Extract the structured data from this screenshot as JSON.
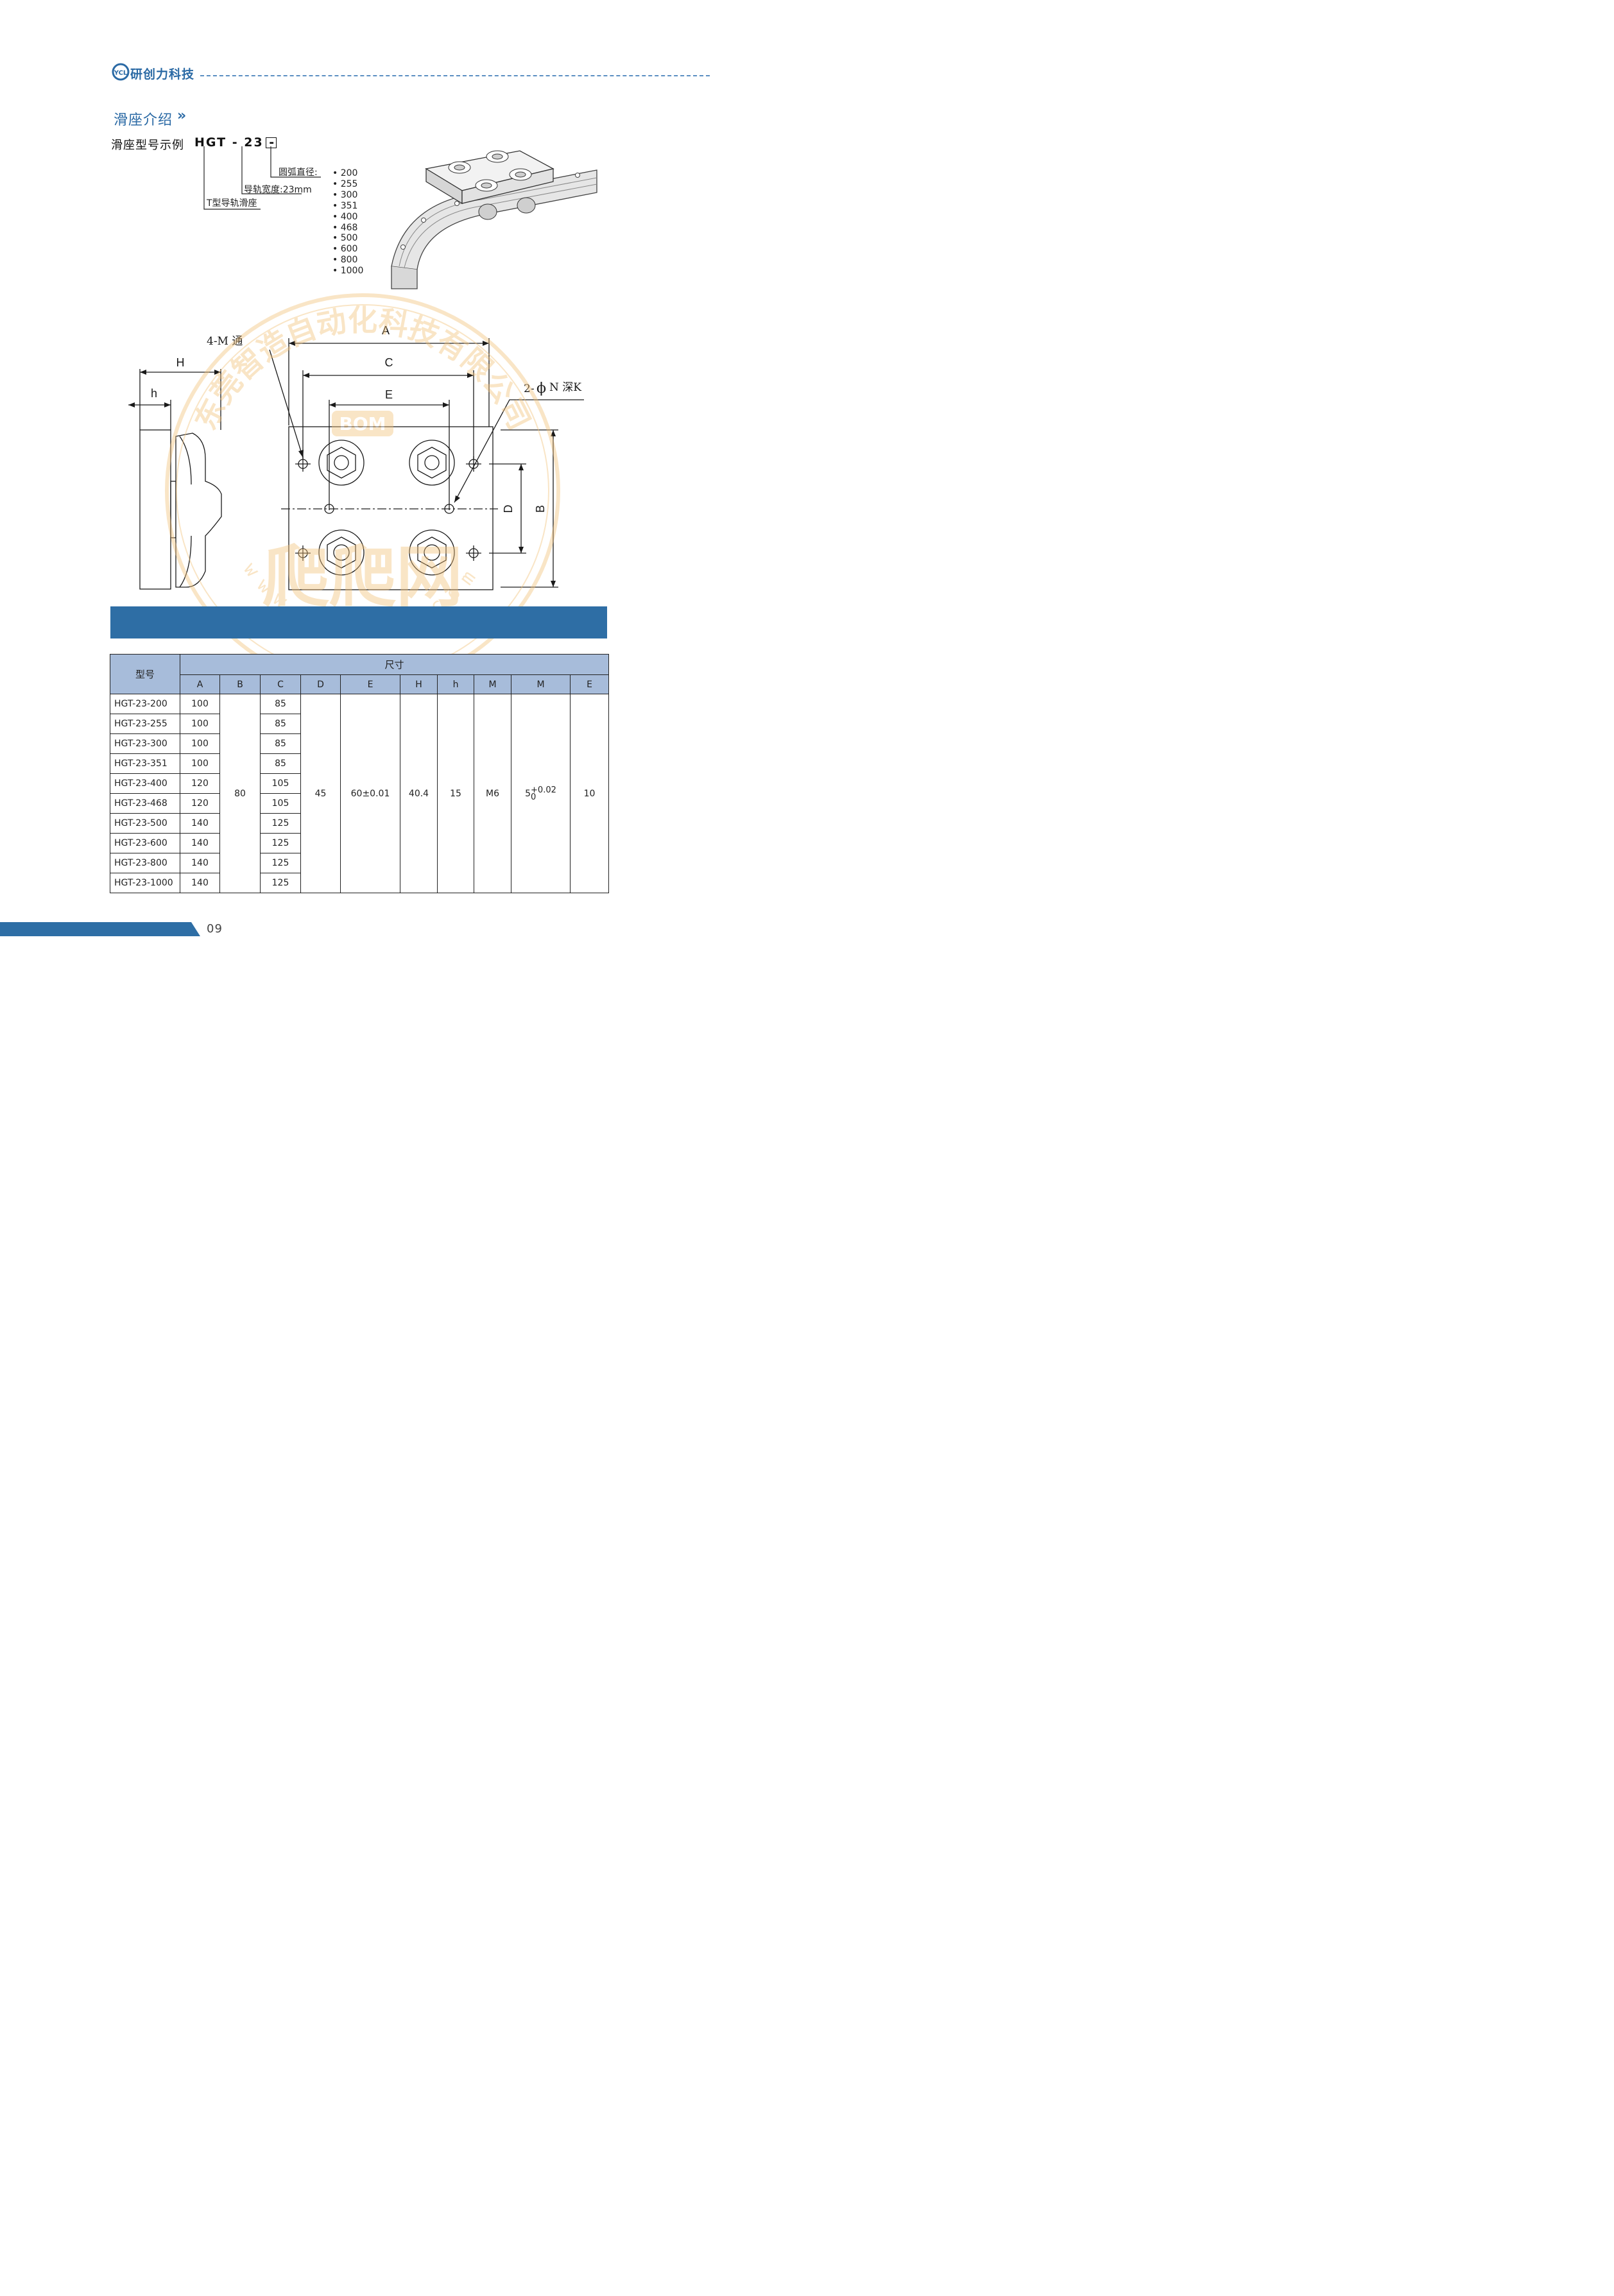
{
  "header": {
    "logo_mark": "YCL",
    "company": "研创力科技"
  },
  "section": {
    "title": "滑座介绍",
    "chevron": "»"
  },
  "model_example": {
    "label": "滑座型号示例",
    "code": "HGT - 23 -",
    "leader_arc": "圆弧直径:",
    "leader_width": "导轨宽度:23mm",
    "leader_type": "T型导轨滑座",
    "diameters": [
      "200",
      "255",
      "300",
      "351",
      "400",
      "468",
      "500",
      "600",
      "800",
      "1000"
    ]
  },
  "drawing": {
    "label_4m": "4-M 通",
    "label_2n": "2-",
    "label_nk": "N 深K",
    "phi": "ϕ",
    "dim_A": "A",
    "dim_C": "C",
    "dim_E": "E",
    "dim_H": "H",
    "dim_h": "h",
    "dim_D": "D",
    "dim_B": "B"
  },
  "watermark": {
    "ring_text": "东莞智造自动化科技有限公司",
    "brand": "BOM",
    "main": "爬爬网",
    "url": "www.ppwta.com"
  },
  "table": {
    "head_model": "型号",
    "head_dim": "尺寸",
    "columns": [
      "A",
      "B",
      "C",
      "D",
      "E",
      "H",
      "h",
      "M",
      "M",
      "E"
    ],
    "rows": [
      {
        "model": "HGT-23-200",
        "A": "100",
        "C": "85"
      },
      {
        "model": "HGT-23-255",
        "A": "100",
        "C": "85"
      },
      {
        "model": "HGT-23-300",
        "A": "100",
        "C": "85"
      },
      {
        "model": "HGT-23-351",
        "A": "100",
        "C": "85"
      },
      {
        "model": "HGT-23-400",
        "A": "120",
        "C": "105"
      },
      {
        "model": "HGT-23-468",
        "A": "120",
        "C": "105"
      },
      {
        "model": "HGT-23-500",
        "A": "140",
        "C": "125"
      },
      {
        "model": "HGT-23-600",
        "A": "140",
        "C": "125"
      },
      {
        "model": "HGT-23-800",
        "A": "140",
        "C": "125"
      },
      {
        "model": "HGT-23-1000",
        "A": "140",
        "C": "125"
      }
    ],
    "shared": {
      "B": "80",
      "D": "45",
      "E": "60±0.01",
      "H": "40.4",
      "h": "15",
      "M": "M6",
      "M2_base": "5",
      "M2_upper": "+0.02",
      "M2_lower": "0",
      "E2": "10"
    }
  },
  "footer": {
    "page": "09"
  },
  "colors": {
    "brand_blue": "#2e6ea5",
    "header_blue": "#2b6aa5",
    "table_header": "#a7bcda",
    "watermark": "#f3c27a"
  }
}
